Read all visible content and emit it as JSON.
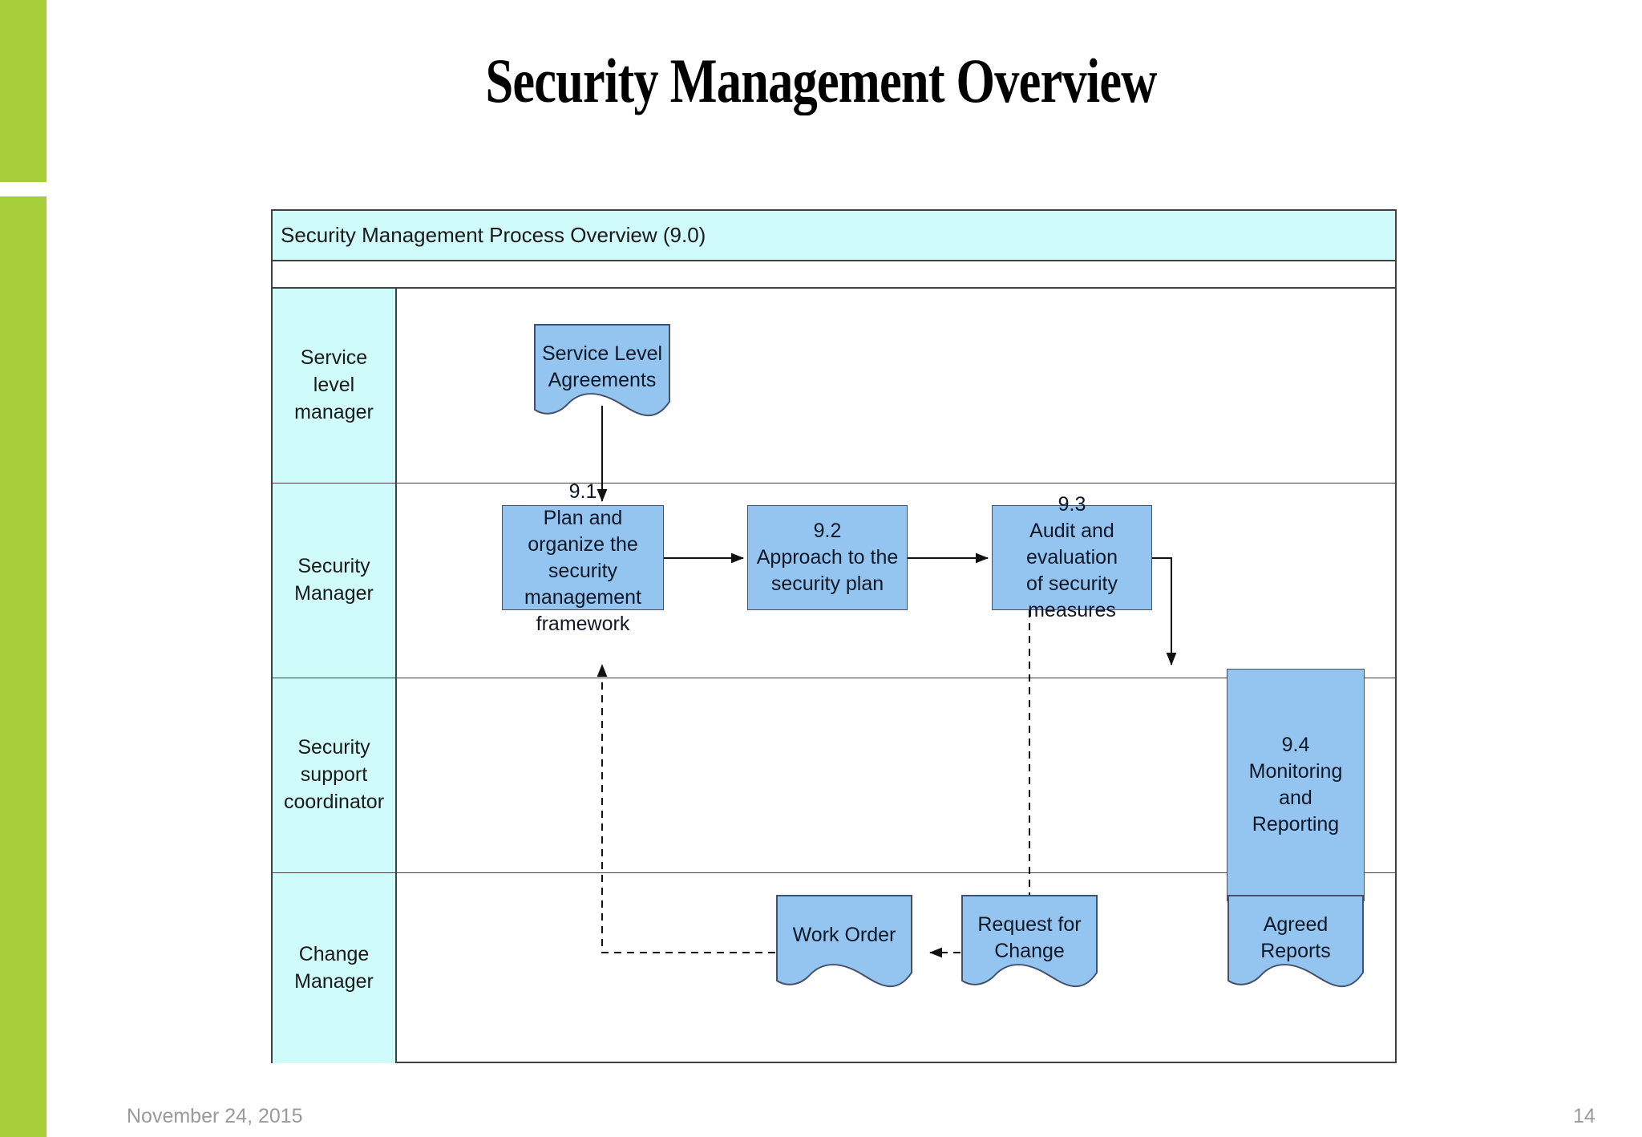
{
  "slide": {
    "title": "Security Management Overview",
    "footer_date": "November 24, 2015",
    "page_number": "14",
    "accent_color": "#A6CE39",
    "lane_header_color": "#CFFCFB",
    "node_color": "#93C5F0"
  },
  "diagram": {
    "header": "Security Management Process Overview (9.0)",
    "lanes": [
      {
        "label": "Service\nlevel\nmanager"
      },
      {
        "label": "Security\nManager"
      },
      {
        "label": "Security\nsupport\ncoordinator"
      },
      {
        "label": "Change\nManager"
      }
    ],
    "nodes": [
      {
        "id": "sla",
        "lane": 0,
        "type": "document",
        "label": "Service Level\nAgreements"
      },
      {
        "id": "9.1",
        "lane": 1,
        "type": "process",
        "label": "9.1\nPlan and organize the\nsecurity management\nframework"
      },
      {
        "id": "9.2",
        "lane": 1,
        "type": "process",
        "label": "9.2\nApproach to the\nsecurity plan"
      },
      {
        "id": "9.3",
        "lane": 1,
        "type": "process",
        "label": "9.3\nAudit and evaluation\nof security measures"
      },
      {
        "id": "9.4",
        "lane": 2,
        "type": "process",
        "label": "9.4\nMonitoring\nand\nReporting"
      },
      {
        "id": "wo",
        "lane": 3,
        "type": "document",
        "label": "Work Order"
      },
      {
        "id": "rfc",
        "lane": 3,
        "type": "document",
        "label": "Request for\nChange"
      },
      {
        "id": "ar",
        "lane": 3,
        "type": "document",
        "label": "Agreed\nReports"
      }
    ],
    "edges": [
      {
        "from": "sla",
        "to": "9.1",
        "style": "solid"
      },
      {
        "from": "9.1",
        "to": "9.2",
        "style": "solid"
      },
      {
        "from": "9.2",
        "to": "9.3",
        "style": "solid"
      },
      {
        "from": "9.3",
        "to": "9.4",
        "style": "solid"
      },
      {
        "from": "9.3",
        "to": "rfc",
        "style": "dashed"
      },
      {
        "from": "9.4",
        "to": "ar",
        "style": "solid"
      },
      {
        "from": "rfc",
        "to": "wo",
        "style": "dashed"
      },
      {
        "from": "wo",
        "to": "9.1",
        "style": "dashed"
      }
    ]
  }
}
